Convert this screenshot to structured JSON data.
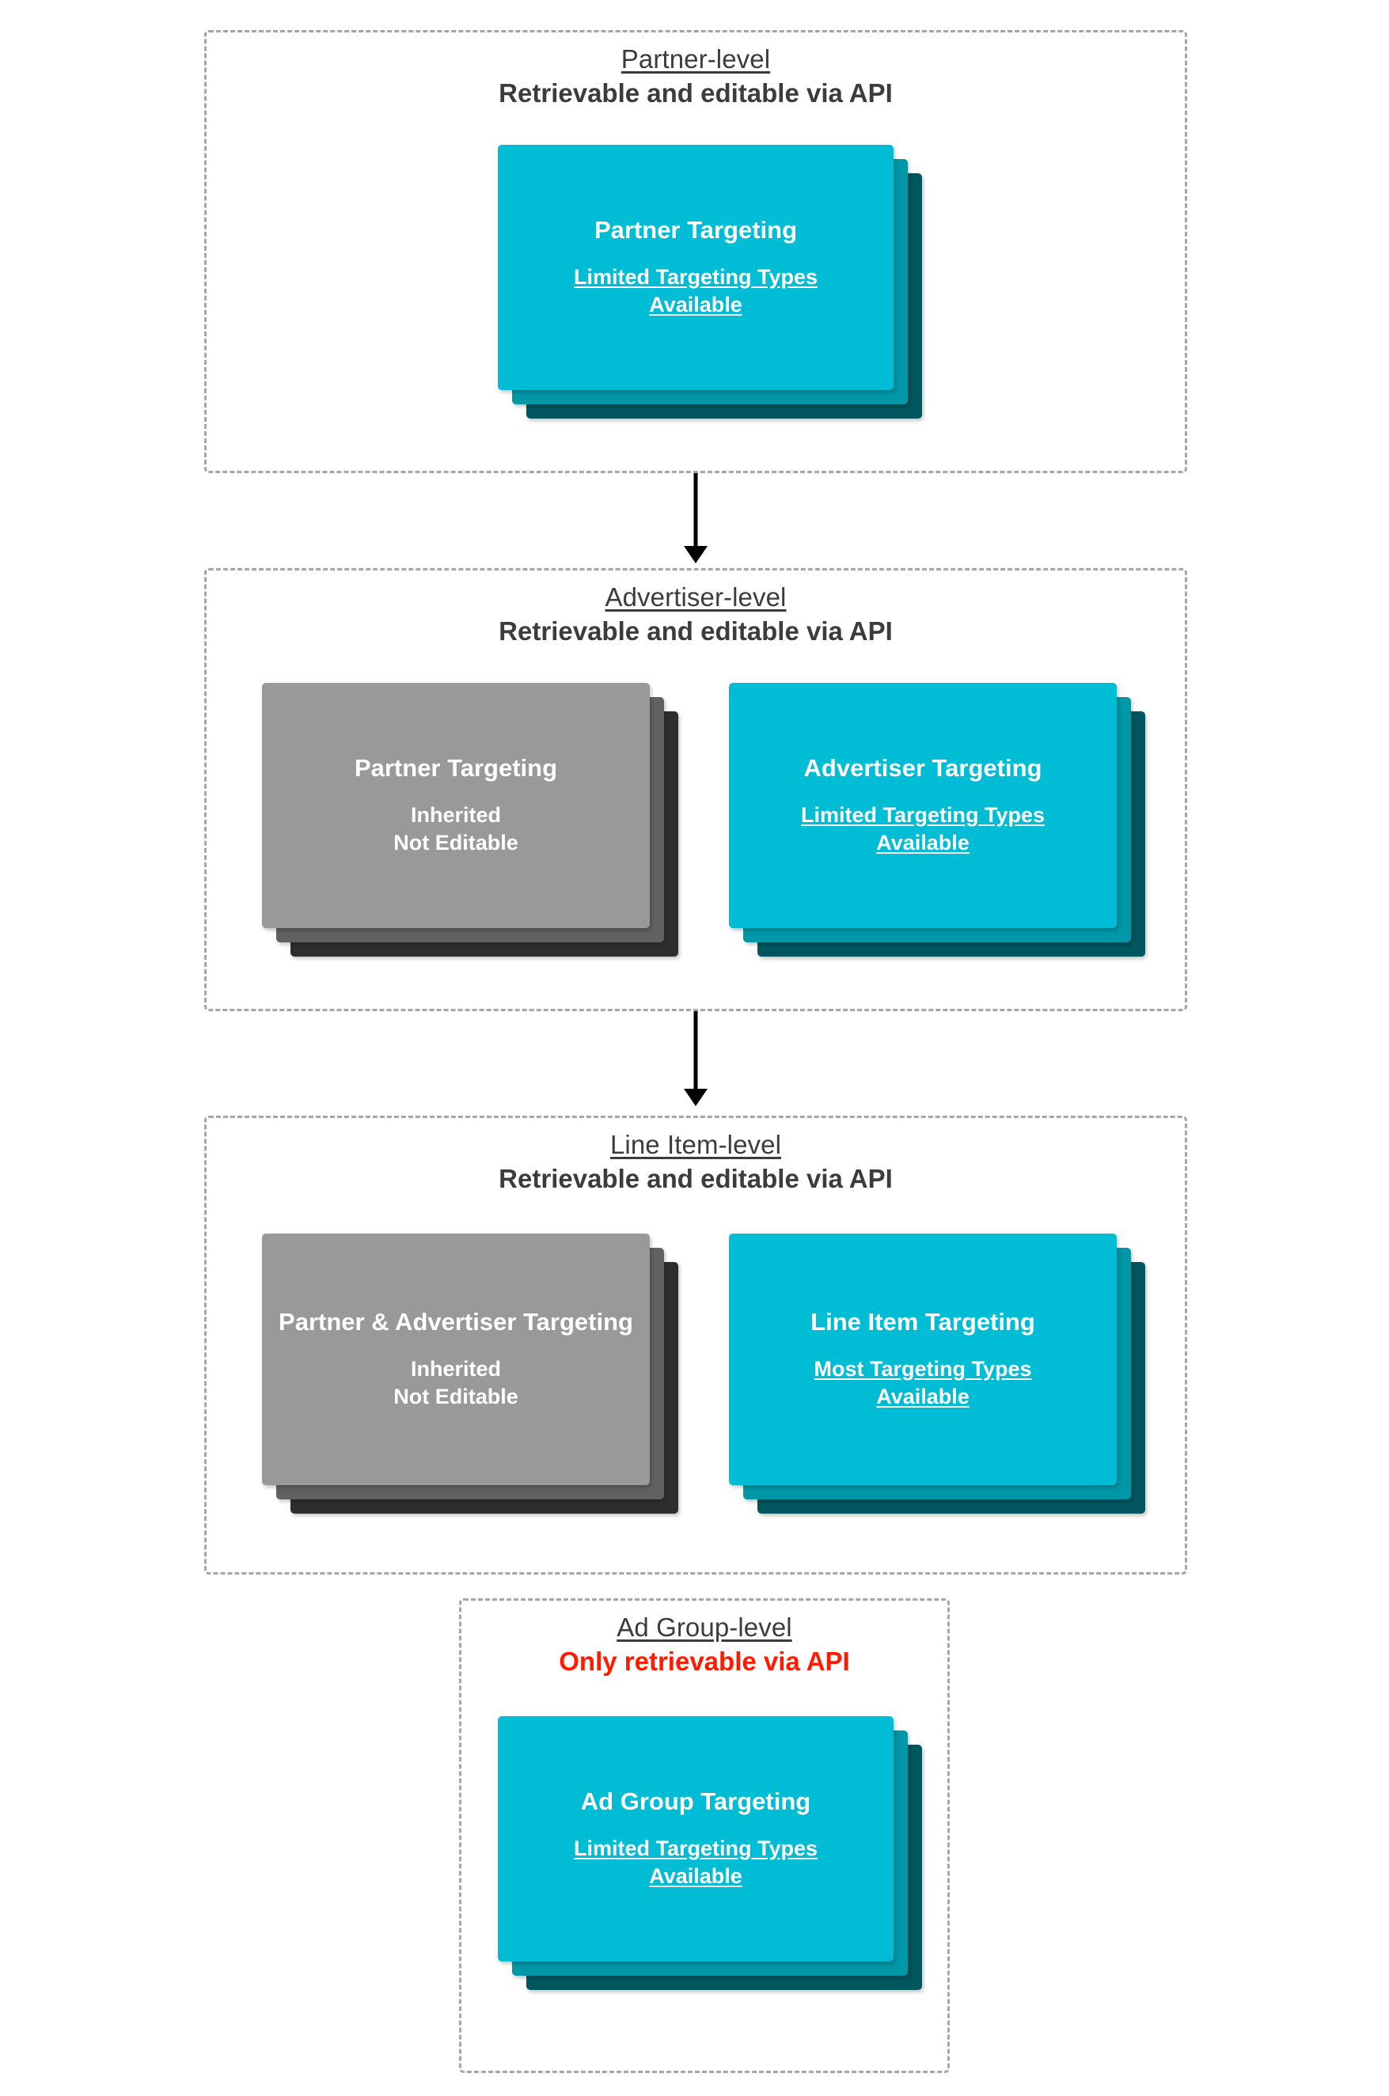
{
  "diagram": {
    "title_semantic": "targeting-inheritance-hierarchy"
  },
  "levels": [
    {
      "id": "partner-level",
      "name": "Partner-level",
      "status": "Retrievable and editable via API",
      "status_style": "normal",
      "cards": [
        {
          "id": "partner-targeting",
          "palette": "cyan",
          "title": "Partner Targeting",
          "sub_line1": "Limited Targeting Types",
          "sub_line2": "Available",
          "sub_underlined": true
        }
      ]
    },
    {
      "id": "advertiser-level",
      "name": "Advertiser-level",
      "status": "Retrievable and editable via API",
      "status_style": "normal",
      "cards": [
        {
          "id": "inherited-partner-targeting",
          "palette": "grey",
          "title": "Partner Targeting",
          "sub_line1": "Inherited",
          "sub_line2": "Not Editable",
          "sub_underlined": false
        },
        {
          "id": "advertiser-targeting",
          "palette": "cyan",
          "title": "Advertiser Targeting",
          "sub_line1": "Limited Targeting Types",
          "sub_line2": "Available",
          "sub_underlined": true
        }
      ]
    },
    {
      "id": "line-item-level",
      "name": "Line Item-level",
      "status": "Retrievable and editable via API",
      "status_style": "normal",
      "cards": [
        {
          "id": "inherited-partner-advertiser-targeting",
          "palette": "grey",
          "title": "Partner & Advertiser Targeting",
          "sub_line1": "Inherited",
          "sub_line2": "Not Editable",
          "sub_underlined": false
        },
        {
          "id": "line-item-targeting",
          "palette": "cyan",
          "title": "Line Item Targeting",
          "sub_line1": "Most Targeting Types",
          "sub_line2": "Available",
          "sub_underlined": true
        }
      ]
    },
    {
      "id": "ad-group-level",
      "name": "Ad Group-level",
      "status": "Only retrievable via API",
      "status_style": "danger",
      "cards": [
        {
          "id": "ad-group-targeting",
          "palette": "cyan",
          "title": "Ad Group Targeting",
          "sub_line1": "Limited Targeting Types",
          "sub_line2": "Available",
          "sub_underlined": true
        }
      ]
    }
  ],
  "connectors": [
    {
      "id": "partner-to-advertiser",
      "label": "arrow-down"
    },
    {
      "id": "advertiser-to-line-item",
      "label": "arrow-down"
    }
  ],
  "colors": {
    "cyan_front": "#00bcd4",
    "cyan_mid": "#0097a7",
    "cyan_back": "#00565e",
    "grey_front": "#999999",
    "grey_mid": "#616161",
    "grey_back": "#2e2e2e",
    "text_dark": "#3c3c3c",
    "danger": "#ff1a00",
    "dashed_border": "#a6a6a6"
  }
}
